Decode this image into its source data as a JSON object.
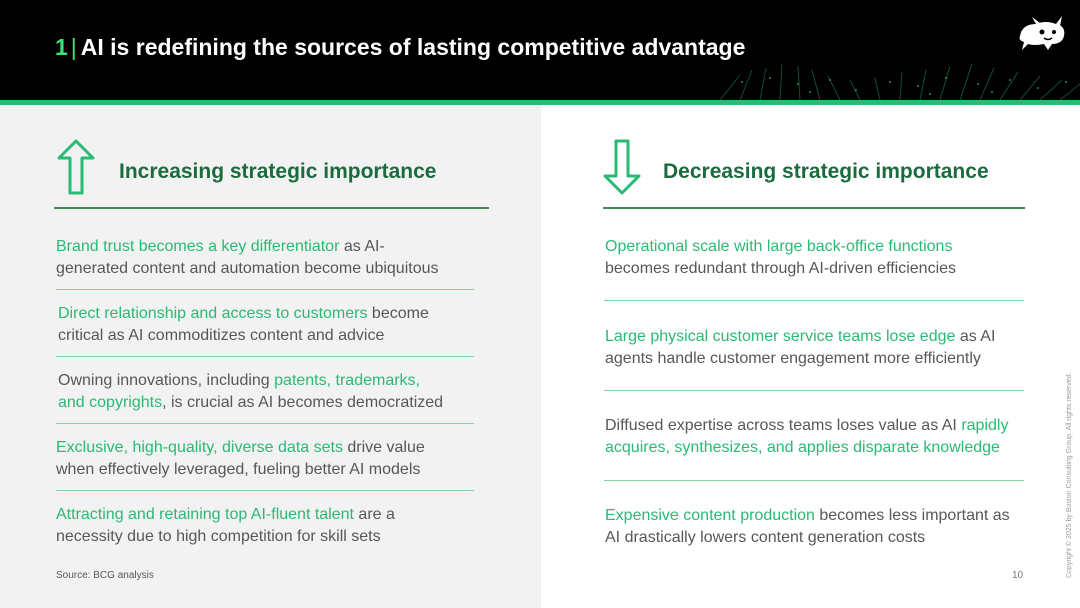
{
  "header": {
    "number": "1",
    "separator": "|",
    "title": "AI is redefining the sources of lasting competitive advantage",
    "logo_icon": "bcg-dog-mascot-icon"
  },
  "colors": {
    "accent_green": "#29ba74",
    "dark_green": "#1b6b3f",
    "header_bg": "#000000"
  },
  "left": {
    "icon": "arrow-up-icon",
    "heading": "Increasing strategic importance",
    "items": [
      {
        "highlight": "Brand trust becomes a key differentiator",
        "line1_rest": " as AI-",
        "line2": "generated content and automation become ubiquitous"
      },
      {
        "highlight": "Direct relationship and access to customers",
        "line1_rest": " become",
        "line2": "critical as AI commoditizes content and advice"
      },
      {
        "line1_pre": "Owning innovations, including ",
        "line1_hl": "patents, trademarks,",
        "line2_hl": "and copyrights",
        "line2_rest": ", is crucial as AI becomes democratized"
      },
      {
        "highlight": "Exclusive, high-quality, diverse data sets",
        "line1_rest": " drive value",
        "line2": "when effectively leveraged, fueling better AI models"
      },
      {
        "highlight": "Attracting and retaining top AI-fluent talent",
        "line1_rest": " are a",
        "line2": "necessity due to high competition for skill sets"
      }
    ]
  },
  "right": {
    "icon": "arrow-down-icon",
    "heading": "Decreasing strategic importance",
    "items": [
      {
        "highlight": "Operational scale with large back-office functions",
        "line2": "becomes redundant through AI-driven efficiencies"
      },
      {
        "highlight": "Large physical customer service teams lose edge",
        "line1_rest": " as AI",
        "line2": "agents handle customer engagement more efficiently"
      },
      {
        "line1_pre": "Diffused expertise across teams loses value as AI ",
        "line1_hl": "rapidly",
        "line2_hl": "acquires, synthesizes, and applies disparate knowledge"
      },
      {
        "highlight": "Expensive content production",
        "line1_rest": " becomes less important as",
        "line2": "AI drastically lowers content generation costs"
      }
    ]
  },
  "footer": {
    "source": "Source: BCG analysis",
    "page": "10",
    "copyright": "Copyright © 2025 by Boston Consulting Group. All rights reserved."
  }
}
